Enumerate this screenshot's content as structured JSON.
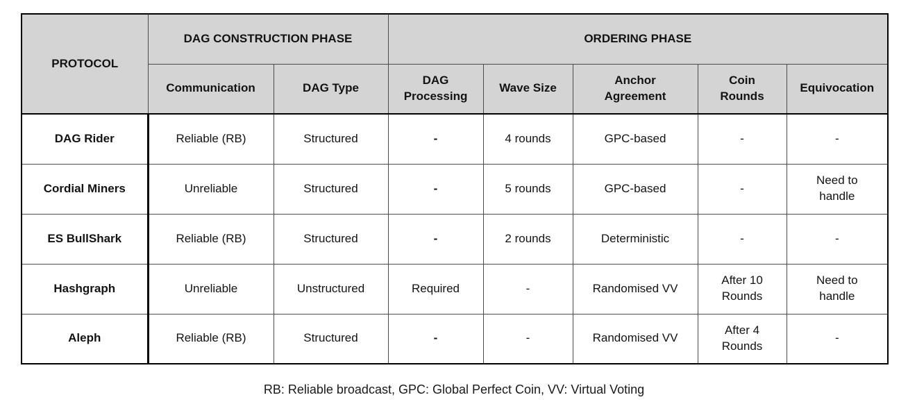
{
  "chart_data": {
    "type": "table",
    "protocol_header": "PROTOCOL",
    "group_headers": [
      "DAG CONSTRUCTION PHASE",
      "ORDERING PHASE"
    ],
    "sub_columns": [
      "Communication",
      "DAG Type",
      "DAG\nProcessing",
      "Wave Size",
      "Anchor\nAgreement",
      "Coin\nRounds",
      "Equivocation"
    ],
    "columns_flat": [
      "PROTOCOL",
      "Communication",
      "DAG Type",
      "DAG Processing",
      "Wave Size",
      "Anchor Agreement",
      "Coin Rounds",
      "Equivocation"
    ],
    "rows": [
      [
        "DAG Rider",
        "Reliable (RB)",
        "Structured",
        "-",
        "4 rounds",
        "GPC-based",
        "-",
        "-"
      ],
      [
        "Cordial Miners",
        "Unreliable",
        "Structured",
        "-",
        "5 rounds",
        "GPC-based",
        "-",
        "Need to\nhandle"
      ],
      [
        "ES BullShark",
        "Reliable (RB)",
        "Structured",
        "-",
        "2 rounds",
        "Deterministic",
        "-",
        "-"
      ],
      [
        "Hashgraph",
        "Unreliable",
        "Unstructured",
        "Required",
        "-",
        "Randomised VV",
        "After 10\nRounds",
        "Need to\nhandle"
      ],
      [
        "Aleph",
        "Reliable (RB)",
        "Structured",
        "-",
        "-",
        "Randomised VV",
        "After 4\nRounds",
        "-"
      ]
    ],
    "footnote": "RB: Reliable broadcast, GPC: Global Perfect Coin, VV: Virtual Voting",
    "layout": {
      "header_bg": "#d4d4d4",
      "outer_border": "#000000",
      "inner_border": "#4a4a4a",
      "text_color": "#131313",
      "grid": "on"
    }
  }
}
